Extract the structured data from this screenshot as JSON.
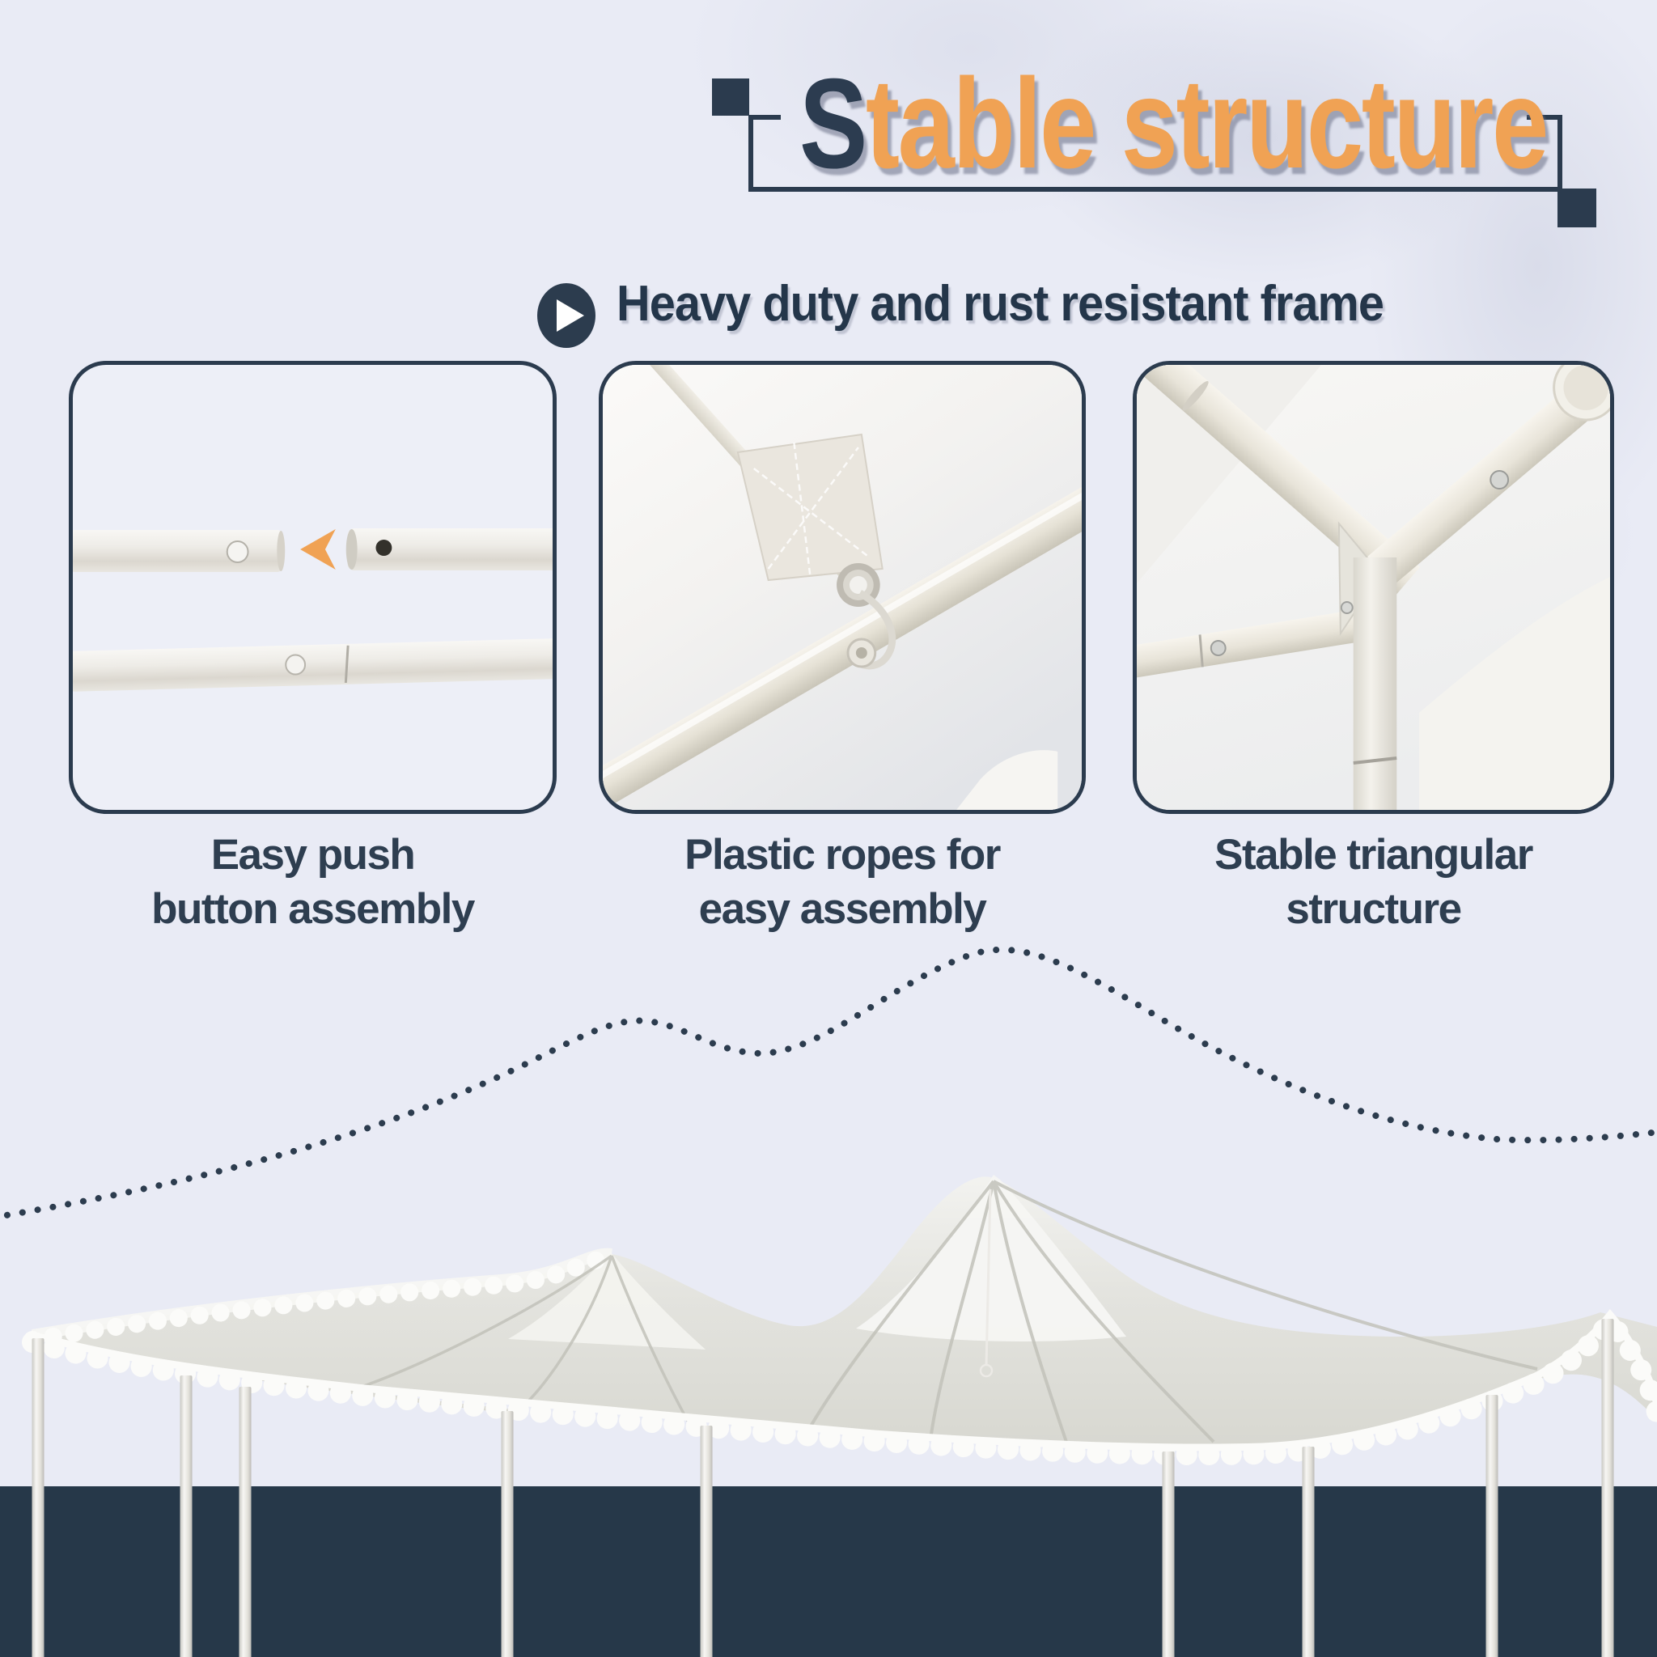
{
  "title": {
    "lead": "S",
    "rest": "table structure",
    "full": "Stable structure"
  },
  "subtitle": {
    "icon": "play-arrow-icon",
    "text": "Heavy duty and rust resistant frame"
  },
  "panels": [
    {
      "name": "easy-push-button",
      "photo": "push-button-pole-joint-photo",
      "caption_line1": "Easy push",
      "caption_line2": "button assembly"
    },
    {
      "name": "plastic-ropes",
      "photo": "plastic-rope-grommet-photo",
      "caption_line1": "Plastic ropes for",
      "caption_line2": "easy assembly"
    },
    {
      "name": "triangular-structure",
      "photo": "triangular-frame-joint-photo",
      "caption_line1": "Stable triangular",
      "caption_line2": "structure"
    }
  ],
  "illustration": {
    "name": "party-tent-canopy",
    "pole_count": 9
  },
  "colors": {
    "background": "#e9ebf5",
    "navy": "#2b3b4e",
    "footer_band": "#263849",
    "accent_orange": "#f0a254",
    "caption_text": "#2e3e50",
    "canopy_light": "#f4f4f1",
    "canopy_shade": "#d8d8d2"
  }
}
